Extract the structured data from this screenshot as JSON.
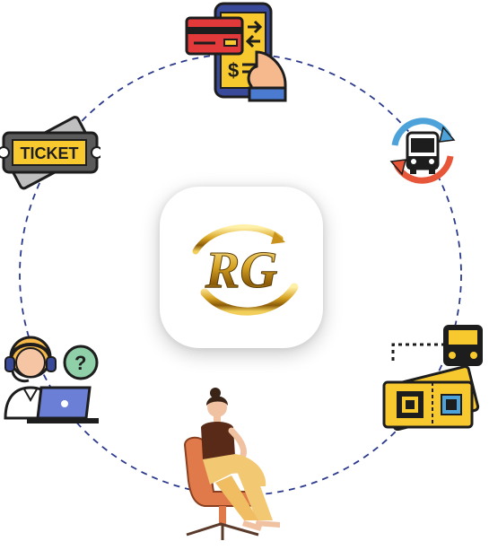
{
  "diagram": {
    "center_logo": {
      "text": "RG"
    },
    "nodes": [
      {
        "id": "payment",
        "icon": "mobile-payment-icon"
      },
      {
        "id": "bus-cycle",
        "icon": "bus-refresh-icon"
      },
      {
        "id": "bus-ticket",
        "icon": "bus-ticket-qr-icon"
      },
      {
        "id": "traveler",
        "icon": "seated-woman-illustration"
      },
      {
        "id": "support",
        "icon": "customer-support-icon"
      },
      {
        "id": "ticket",
        "icon": "ticket-icon",
        "label": "TICKET"
      }
    ],
    "ring_color": "#2b3a8c"
  }
}
